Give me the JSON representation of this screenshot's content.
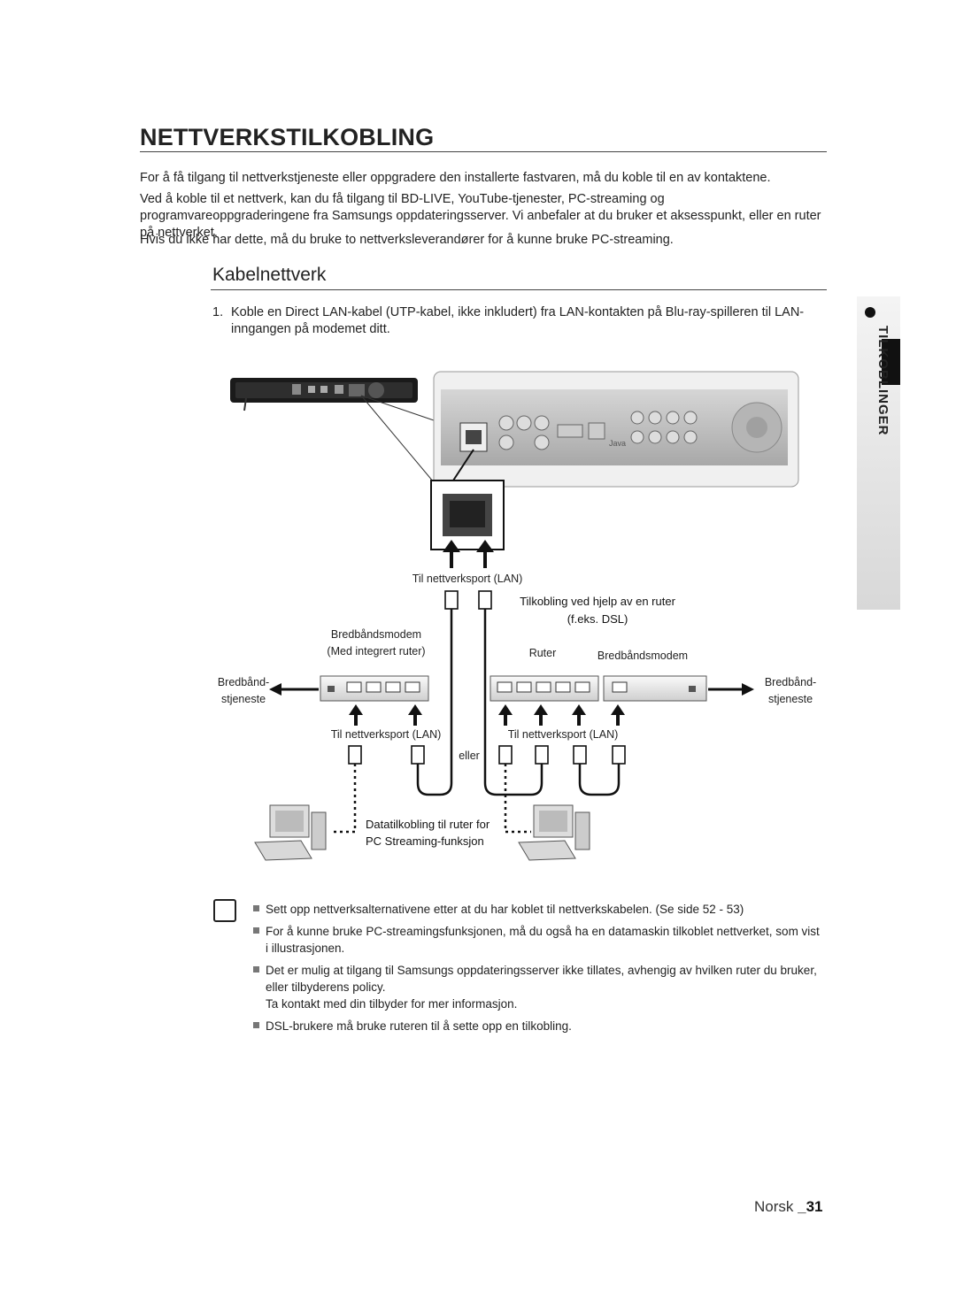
{
  "page": {
    "title": "NETTVERKSTILKOBLING",
    "intro_1": "For å få tilgang til nettverkstjeneste eller oppgradere den installerte fastvaren, må du koble til en av kontaktene.",
    "intro_2": "Ved å koble til et nettverk, kan du få tilgang til BD-LIVE, YouTube-tjenester, PC-streaming og programvareoppgraderingene fra Samsungs oppdateringsserver. Vi anbefaler at du bruker et aksesspunkt, eller en ruter på nettverket.",
    "intro_3": "Hvis du ikke har dette, må du bruke to nettverksleverandører for å kunne bruke PC-streaming.",
    "section_title": "Kabelnettverk",
    "step_num": "1.",
    "step_text": "Koble en Direct LAN-kabel (UTP-kabel, ikke inkludert) fra LAN-kontakten på Blu-ray-spilleren til LAN-inngangen på modemet ditt."
  },
  "side_tab": {
    "label": "TILKOBLINGER"
  },
  "diagram": {
    "til_lan_top": "Til nettverksport (LAN)",
    "router_title_1": "Tilkobling ved hjelp av en ruter",
    "router_title_2": "(f.eks. DSL)",
    "modem_integrated_1": "Bredbåndsmodem",
    "modem_integrated_2": "(Med integrert ruter)",
    "ruter": "Ruter",
    "bredbandsmodem": "Bredbåndsmodem",
    "bredband_left_1": "Bredbånd-",
    "bredband_left_2": "stjeneste",
    "bredband_right_1": "Bredbånd-",
    "bredband_right_2": "stjeneste",
    "til_lan_left": "Til nettverksport (LAN)",
    "til_lan_right": "Til nettverksport (LAN)",
    "eller": "eller",
    "pc_caption_1": "Datatilkobling til ruter for",
    "pc_caption_2": "PC Streaming-funksjon",
    "panel_java": "Java"
  },
  "notes": [
    "Sett opp nettverksalternativene etter at du har koblet til nettverkskabelen. (Se side 52 - 53)",
    "For å kunne bruke PC-streamingsfunksjonen, må du også ha en datamaskin tilkoblet nettverket, som vist i illustrasjonen.",
    "Det er mulig at tilgang til Samsungs oppdateringsserver ikke tillates, avhengig av hvilken ruter du bruker, eller tilbyderens policy.",
    "Ta kontakt med din tilbyder for mer informasjon.",
    "DSL-brukere må bruke ruteren til å sette opp en tilkobling."
  ],
  "footer": {
    "language": "Norsk ",
    "page": "_31"
  }
}
